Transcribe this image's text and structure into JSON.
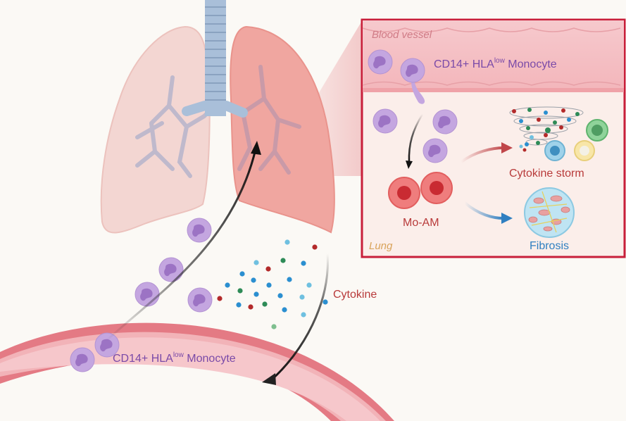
{
  "labels": {
    "monocyte_main": "CD14+ HLA",
    "monocyte_main_sup": "low",
    "monocyte_main_suffix": " Monocyte",
    "cytokine": "Cytokine",
    "inset_blood_vessel": "Blood vessel",
    "inset_monocyte": "CD14+ HLA",
    "inset_monocyte_sup": "low",
    "inset_monocyte_suffix": " Monocyte",
    "mo_am": "Mo-AM",
    "cytokine_storm": "Cytokine storm",
    "fibrosis": "Fibrosis",
    "lung": "Lung"
  },
  "colors": {
    "monocyte": "#c4a6e0",
    "monocyte_text": "#7a4aa8",
    "cytokine_text": "#b83a3a",
    "fibrosis_text": "#2f7fc1",
    "lung_tag": "#d9a35a",
    "vessel_tag": "#d07b86",
    "inset_border": "#c81e3a",
    "vessel": "#e9808a",
    "mo_am": "#e05a5a",
    "dot_blue": "#2b8fd0",
    "dot_red": "#b32a2a",
    "dot_green": "#2e8b57",
    "dot_light": "#6fc0e0"
  }
}
